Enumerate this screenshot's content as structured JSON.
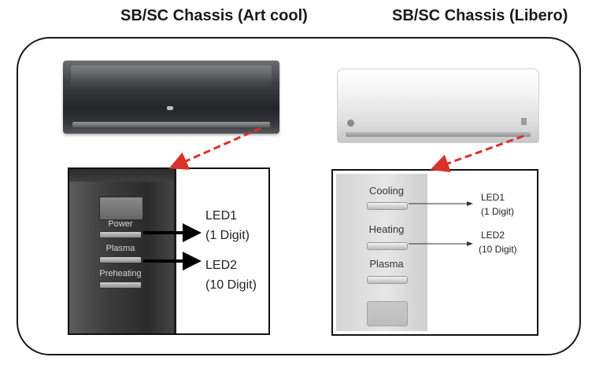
{
  "titles": {
    "left": "SB/SC Chassis (Art cool)",
    "right": "SB/SC Chassis (Libero)"
  },
  "artcool_panel": {
    "buttons": [
      "Power",
      "Plasma",
      "Preheating"
    ],
    "led1": "LED1",
    "led1_digit": "(1 Digit)",
    "led2": "LED2",
    "led2_digit": "(10 Digit)"
  },
  "libero_panel": {
    "buttons": [
      "Cooling",
      "Heating",
      "Plasma"
    ],
    "led1": "LED1",
    "led1_digit": "(1 Digit)",
    "led2": "LED2",
    "led2_digit": "(10 Digit)"
  },
  "colors": {
    "callout_arrow": "#d9322b",
    "led_arrow_artcool": "#000000",
    "led_arrow_libero": "#333333"
  }
}
